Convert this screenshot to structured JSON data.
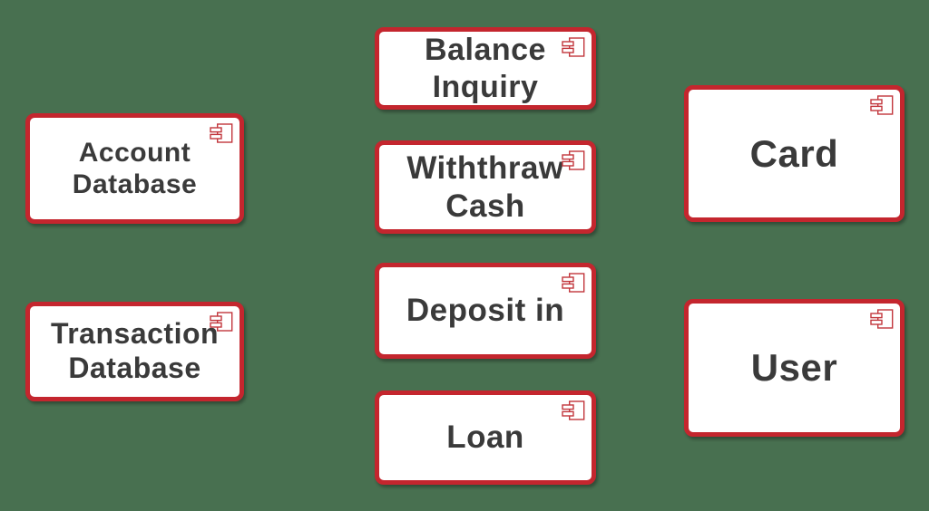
{
  "diagram": {
    "type": "uml-component-diagram",
    "colors": {
      "background": "#487050",
      "border": "#C4262E",
      "box_fill": "#FFFFFF",
      "text": "#3A3A3A",
      "icon_stroke": "#C2363C"
    },
    "corner_icon": "uml-component-icon",
    "components": [
      {
        "id": "account-database",
        "label": "Account\nDatabase"
      },
      {
        "id": "transaction-database",
        "label": "Transaction\nDatabase"
      },
      {
        "id": "balance-inquiry",
        "label": "Balance\nInquiry"
      },
      {
        "id": "withthraw-cash",
        "label": "Withthraw\nCash"
      },
      {
        "id": "deposit-in",
        "label": "Deposit in"
      },
      {
        "id": "loan",
        "label": "Loan"
      },
      {
        "id": "card",
        "label": "Card"
      },
      {
        "id": "user",
        "label": "User"
      }
    ]
  }
}
